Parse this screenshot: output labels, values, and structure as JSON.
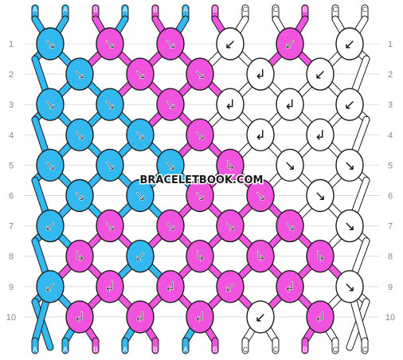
{
  "watermark": "BRACELETBOOK.COM",
  "colors": {
    "A": "#33b8f0",
    "B": "#f053dd",
    "C": "#ffffff"
  },
  "outline_color": "#1c1c1c",
  "strand_letters": {
    "top": [
      "A",
      "A",
      "B",
      "A",
      "B",
      "A",
      "B",
      "C",
      "C",
      "B",
      "C",
      "C"
    ],
    "bottom": [
      "A",
      "A",
      "B",
      "A",
      "B",
      "A",
      "B",
      "C",
      "C",
      "B",
      "C",
      "C"
    ]
  },
  "row_labels": [
    "1",
    "2",
    "3",
    "4",
    "5",
    "6",
    "7",
    "8",
    "9",
    "10"
  ],
  "knots": [
    [
      "A",
      "B",
      "B",
      "C",
      "B",
      "C"
    ],
    [
      "A",
      "B",
      "B",
      "C",
      "C"
    ],
    [
      "A",
      "A",
      "B",
      "C",
      "C",
      "C"
    ],
    [
      "A",
      "A",
      "B",
      "C",
      "C"
    ],
    [
      "A",
      "A",
      "A",
      "B",
      "C",
      "C"
    ],
    [
      "A",
      "A",
      "B",
      "B",
      "C"
    ],
    [
      "A",
      "B",
      "B",
      "B",
      "B",
      "C"
    ],
    [
      "B",
      "A",
      "B",
      "B",
      "B"
    ],
    [
      "A",
      "B",
      "B",
      "B",
      "B",
      "C"
    ],
    [
      "B",
      "B",
      "B",
      "C",
      "B"
    ]
  ],
  "arrows": [
    [
      "↘",
      "↘",
      "↘",
      "↙",
      "↙",
      "↙"
    ],
    [
      "↘",
      "↘",
      "↘",
      "↲",
      "↙"
    ],
    [
      "↘",
      "↘",
      "↘",
      "↲",
      "↲",
      "↙"
    ],
    [
      "↘",
      "↘",
      "↘",
      "↲",
      "↲"
    ],
    [
      "↘",
      "↘",
      "↘",
      "↳",
      "↘",
      "↘"
    ],
    [
      "↘",
      "↘",
      "↘",
      "↘",
      "↘"
    ],
    [
      "↙",
      "↘",
      "↘",
      "↘",
      "↘",
      "↘"
    ],
    [
      "↳",
      "↙",
      "↳",
      "↳",
      "↳"
    ],
    [
      "↙",
      "↲",
      "↲",
      "↙",
      "↲",
      "↘"
    ],
    [
      "↲",
      "↲",
      "↲",
      "↙",
      "↲"
    ]
  ]
}
